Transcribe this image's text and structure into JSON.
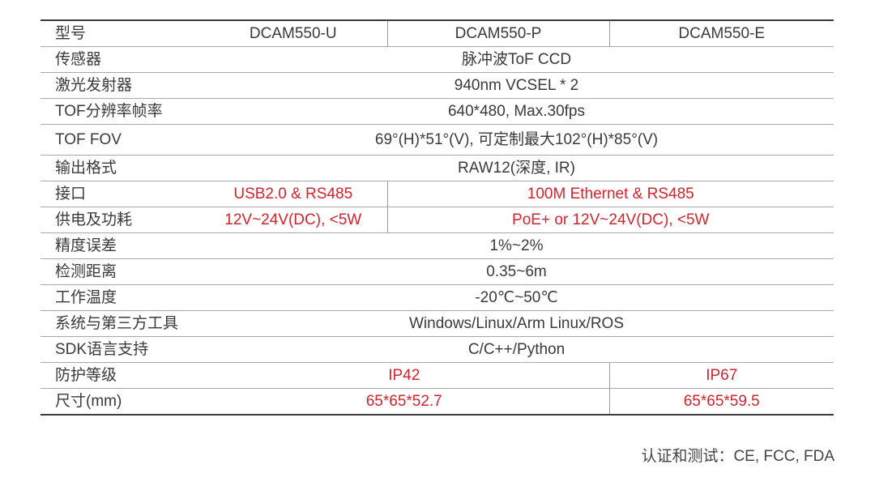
{
  "table": {
    "header": {
      "label": "型号",
      "models": [
        "DCAM550-U",
        "DCAM550-P",
        "DCAM550-E"
      ]
    },
    "rows": [
      {
        "label": "传感器",
        "value": "脉冲波ToF CCD"
      },
      {
        "label": "激光发射器",
        "value": "940nm VCSEL * 2"
      },
      {
        "label": "TOF分辨率帧率",
        "value": "640*480,  Max.30fps"
      },
      {
        "label": "TOF FOV",
        "value": "69°(H)*51°(V), 可定制最大102°(H)*85°(V)"
      },
      {
        "label": "输出格式",
        "value": "RAW12(深度, IR)"
      },
      {
        "label": "接口",
        "u": "USB2.0 & RS485",
        "pe": "100M Ethernet & RS485"
      },
      {
        "label": "供电及功耗",
        "u": "12V~24V(DC), <5W",
        "pe": "PoE+ or 12V~24V(DC), <5W"
      },
      {
        "label": "精度误差",
        "value": "1%~2%"
      },
      {
        "label": "检测距离",
        "value": "0.35~6m"
      },
      {
        "label": "工作温度",
        "value": "-20℃~50℃"
      },
      {
        "label": "系统与第三方工具",
        "value": "Windows/Linux/Arm Linux/ROS"
      },
      {
        "label": "SDK语言支持",
        "value": "C/C++/Python"
      },
      {
        "label": "防护等级",
        "up": "IP42",
        "e": "IP67"
      },
      {
        "label": "尺寸(mm)",
        "up": "65*65*52.7",
        "e": "65*65*59.5"
      }
    ]
  },
  "footer": {
    "certification": "认证和测试：CE, FCC, FDA"
  },
  "colors": {
    "text": "#3a3a3a",
    "highlight": "#d4232e"
  }
}
